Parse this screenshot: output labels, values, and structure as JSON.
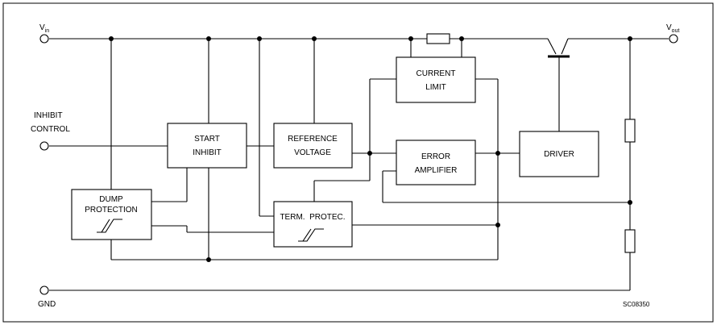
{
  "terminals": {
    "vin": {
      "main": "V",
      "sub": "in"
    },
    "vout": {
      "main": "V",
      "sub": "out"
    },
    "inhibit": [
      "INHIBIT",
      "CONTROL"
    ],
    "gnd": "GND"
  },
  "blocks": {
    "current_limit": [
      "CURRENT",
      "LIMIT"
    ],
    "start_inhibit": [
      "START",
      "INHIBIT"
    ],
    "reference_voltage": [
      "REFERENCE",
      "VOLTAGE"
    ],
    "error_amplifier": [
      "ERROR",
      "AMPLIFIER"
    ],
    "driver": "DRIVER",
    "dump_protection": [
      "DUMP",
      "PROTECTION"
    ],
    "term_protec": "TERM.  PROTEC."
  },
  "figure_code": "SC08350"
}
